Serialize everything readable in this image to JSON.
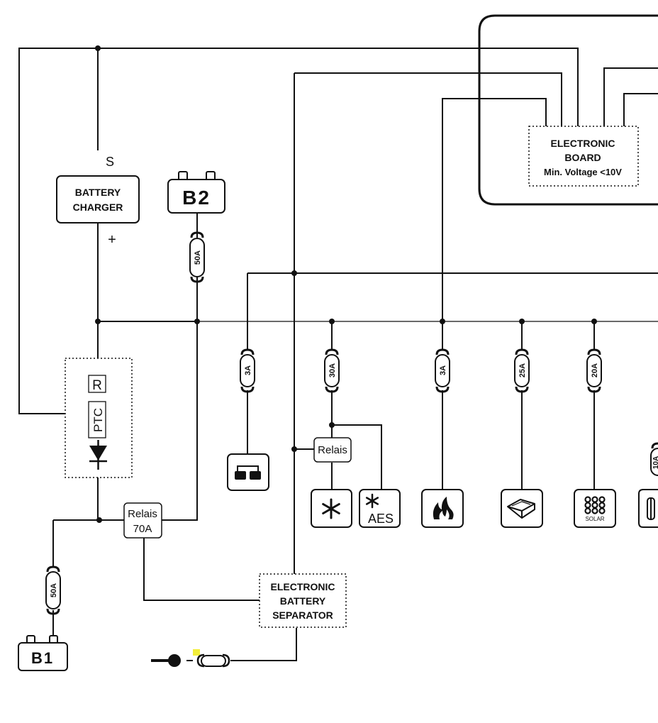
{
  "diagram": {
    "electronic_board": {
      "line1": "ELECTRONIC",
      "line2": "BOARD",
      "line3": "Min. Voltage <10V"
    },
    "battery_charger": {
      "line1": "BATTERY",
      "line2": "CHARGER",
      "terminal_s": "S",
      "terminal_plus": "+"
    },
    "battery_b2": "B2",
    "battery_b1": "B1",
    "fuses": {
      "b2": "50A",
      "b1": "50A",
      "fridge_12v": "3A",
      "fridge": "30A",
      "heater": "3A",
      "water": "25A",
      "solar": "20A",
      "partial": "10A"
    },
    "protection_block": {
      "resistor": "R",
      "ptc": "PTC"
    },
    "relais_small": "Relais",
    "relais_main": {
      "line1": "Relais",
      "line2": "70A"
    },
    "battery_separator": {
      "line1": "ELECTRONIC",
      "line2": "BATTERY",
      "line3": "SEPARATOR"
    },
    "loads": {
      "battery_box": "battery-icon",
      "fridge": "snowflake-icon",
      "aes": {
        "icon": "snowflake-icon",
        "label": "AES"
      },
      "heater": "flame-icon",
      "water": "water-tank-icon",
      "solar": {
        "icon": "solar-panel-icon",
        "label": "SOLAR"
      },
      "partial": "partial-load-icon"
    },
    "ignition": "ignition-key-icon",
    "colors": {
      "line": "#111111",
      "highlight": "#f2ee3a"
    }
  }
}
